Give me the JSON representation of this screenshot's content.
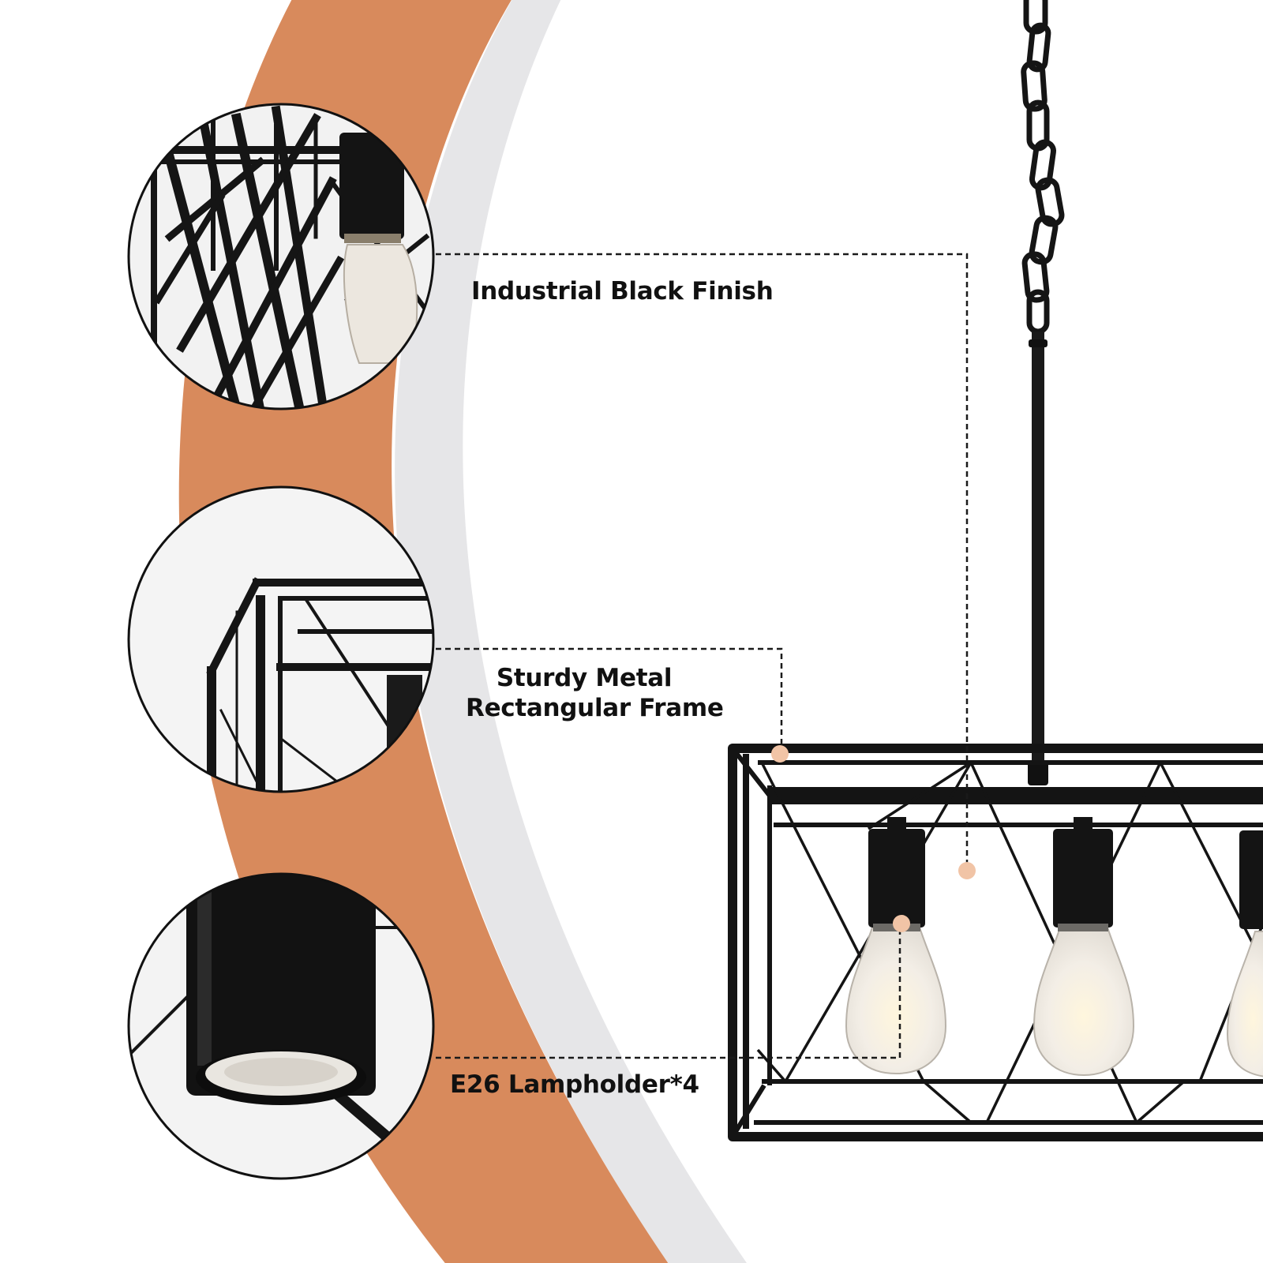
{
  "features": [
    {
      "id": "finish",
      "label": "Industrial Black Finish"
    },
    {
      "id": "frame",
      "label_lines": [
        "Sturdy Metal",
        "Rectangular Frame"
      ]
    },
    {
      "id": "lampholder",
      "label": "E26 Lampholder*4"
    }
  ],
  "colors": {
    "band_orange": "#D88A5C",
    "band_gray": "#E6E6E8",
    "metal_black": "#141414",
    "marker_dot": "#F1C4A6",
    "leader_line": "#1A1A1A"
  }
}
